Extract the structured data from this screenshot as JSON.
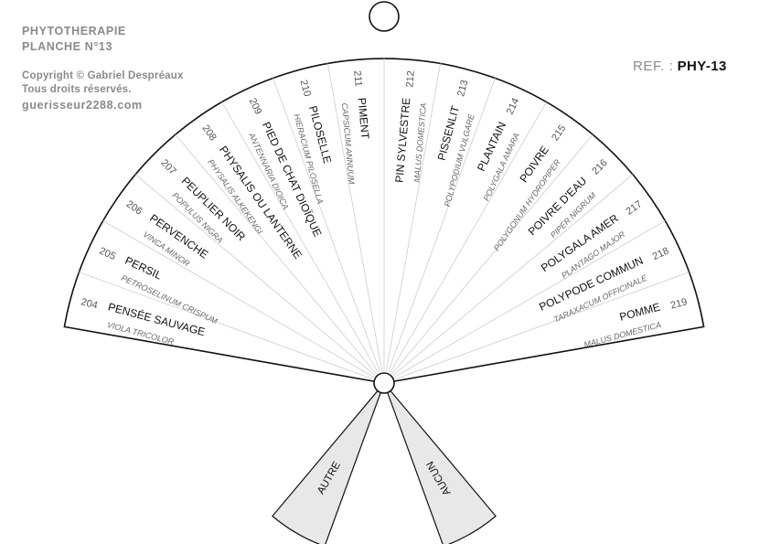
{
  "header": {
    "title_line1": "PHYTOTHERAPIE",
    "title_line2": "PLANCHE N°13",
    "copyright_line1": "Copyright © Gabriel Despréaux",
    "copyright_line2": "Tous droits réservés.",
    "website": "guerisseur2288.com",
    "ref_label": "REF. :",
    "ref_value": "PHY-13"
  },
  "sectors": [
    {
      "number": "204",
      "name": "PENSÉE SAUVAGE",
      "latin": "VIOLA TRICOLOR"
    },
    {
      "number": "205",
      "name": "PERSIL",
      "latin": "PETROSELINUM CRISPUM"
    },
    {
      "number": "206",
      "name": "PERVENCHE",
      "latin": "VINCA MINOR"
    },
    {
      "number": "207",
      "name": "PEUPLIER NOIR",
      "latin": "POPULUS NIGRA"
    },
    {
      "number": "208",
      "name": "PHYSALIS OU LANTERNE",
      "latin": "PHYSALIS ALKEKENGI"
    },
    {
      "number": "209",
      "name": "PIED DE CHAT DIOÏQUE",
      "latin": "ANTENNARIA DIOICA"
    },
    {
      "number": "210",
      "name": "PILOSELLE",
      "latin": "HIERACIUM PILOSELLA"
    },
    {
      "number": "211",
      "name": "PIMENT",
      "latin": "CAPSICUM ANNUUM"
    },
    {
      "number": "212",
      "name": "PIN SYLVESTRE",
      "latin": "MALUS DOMESTICA"
    },
    {
      "number": "213",
      "name": "PISSENLIT",
      "latin": "POLYPODIUM VULGARE"
    },
    {
      "number": "214",
      "name": "PLANTAIN",
      "latin": "POLYGALA AMARA"
    },
    {
      "number": "215",
      "name": "POIVRE",
      "latin": "POLYGONUM HYDROPIPER"
    },
    {
      "number": "216",
      "name": "POIVRE D'EAU",
      "latin": "PIPER NIGRUM"
    },
    {
      "number": "217",
      "name": "POLYGALA AMER",
      "latin": "PLANTAGO MAJOR"
    },
    {
      "number": "218",
      "name": "POLYPODE COMMUN",
      "latin": "TARAXACUM OFFICINALE"
    },
    {
      "number": "219",
      "name": "POMME",
      "latin": "MALUS DOMESTICA"
    }
  ],
  "wedges": {
    "left": "AUTRE",
    "right": "AUCUN"
  },
  "colors": {
    "stroke": "#111111",
    "divider": "#cccccc",
    "wedge_fill": "#e8e8e8",
    "header_grey": "#8a8a8a",
    "name_text": "#111111",
    "number_text": "#555555",
    "latin_text": "#666666"
  }
}
